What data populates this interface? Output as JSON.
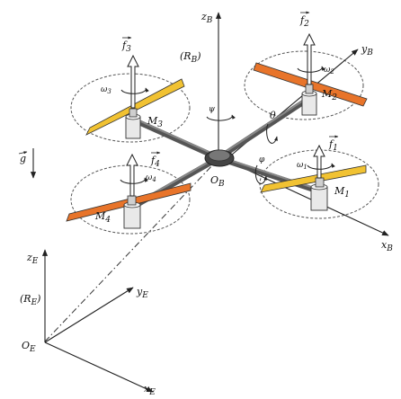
{
  "labels": {
    "z_b": "z",
    "z_b_sub": "B",
    "y_b": "y",
    "y_b_sub": "B",
    "x_b": "x",
    "x_b_sub": "B",
    "frame_b": "(R",
    "frame_b_sub": "B",
    "frame_b_close": ")",
    "origin_b": "O",
    "origin_b_sub": "B",
    "gravity": "g",
    "f1": "f",
    "f1_sub": "1",
    "f2": "f",
    "f2_sub": "2",
    "f3": "f",
    "f3_sub": "3",
    "f4": "f",
    "f4_sub": "4",
    "w1": "ω",
    "w1_sub": "1",
    "w2": "ω",
    "w2_sub": "2",
    "w3": "ω",
    "w3_sub": "3",
    "w4": "ω",
    "w4_sub": "4",
    "m1": "M",
    "m1_sub": "1",
    "m2": "M",
    "m2_sub": "2",
    "m3": "M",
    "m3_sub": "3",
    "m4": "M",
    "m4_sub": "4",
    "psi": "ψ",
    "theta": "θ",
    "phi": "φ",
    "z_e": "z",
    "z_e_sub": "E",
    "y_e": "y",
    "y_e_sub": "E",
    "x_e": "x",
    "x_e_sub": "E",
    "frame_e": "(R",
    "frame_e_sub": "E",
    "frame_e_close": ")",
    "origin_e": "O",
    "origin_e_sub": "E"
  },
  "colors": {
    "blade_orange": "#e8742a",
    "blade_yellow": "#f1c232",
    "arm": "#555555",
    "motor": "#e9e9e9",
    "line": "#222222"
  }
}
